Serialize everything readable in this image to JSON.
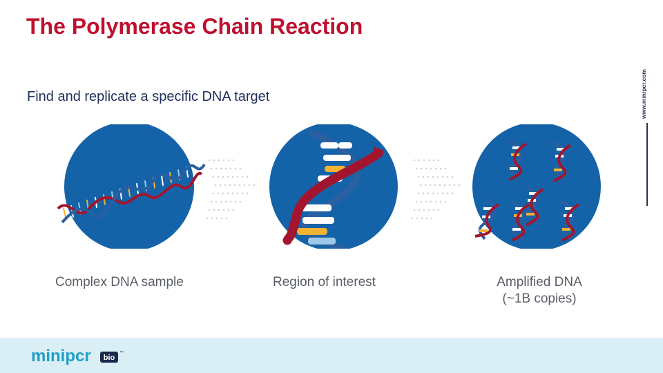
{
  "slide": {
    "title": "The Polymerase Chain Reaction",
    "subtitle": "Find and replicate a specific DNA target",
    "side_url": "www.minipcr.com"
  },
  "stages": [
    {
      "label": "Complex DNA sample"
    },
    {
      "label": "Region of interest"
    },
    {
      "label": "Amplified DNA",
      "label_line2": "(~1B copies)"
    }
  ],
  "logo": {
    "wordmark": "minipcr",
    "badge": "bio",
    "tm": "™"
  },
  "colors": {
    "title": "#c0102f",
    "circle": "#1463a8",
    "dna_red": "#a3152e",
    "dna_blue": "#2a5fa0",
    "base_yellow": "#f2b233",
    "base_white": "#ffffff",
    "base_lightblue": "#9fc7e8",
    "footer": "#d9eef5",
    "logo_teal": "#1f9fc9"
  }
}
